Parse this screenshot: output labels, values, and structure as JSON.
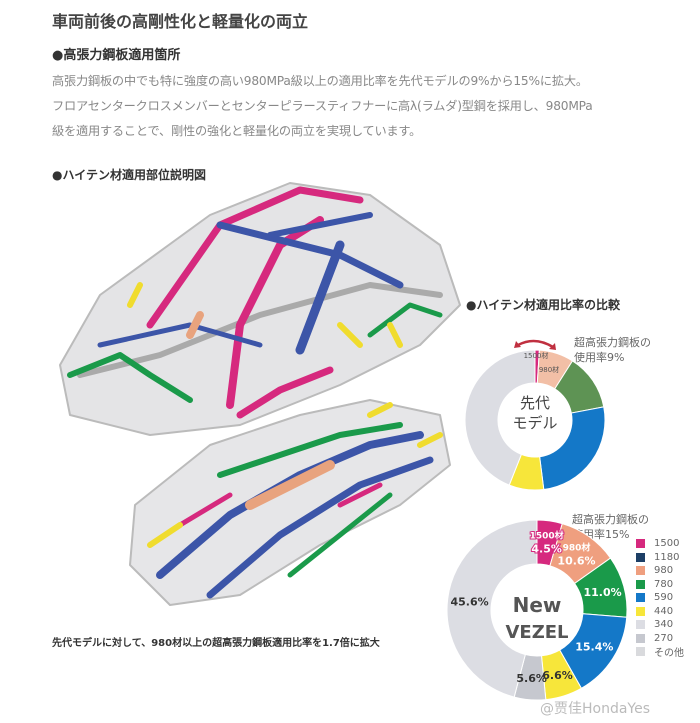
{
  "title": "車両前後の高剛性化と軽量化の両立",
  "section1": {
    "heading": "●高張力鋼板適用箇所",
    "lines": [
      "高張力鋼板の中でも特に強度の高い980MPa級以上の適用比率を先代モデルの9%から15%に拡大。",
      "フロアセンタークロスメンバーとセンターピラースティフナーに高λ(ラムダ)型鋼を採用し、980MPa",
      "級を適用することで、剛性の強化と軽量化の両立を実現しています。"
    ]
  },
  "section2": {
    "heading": "●ハイテン材適用部位説明図",
    "caption": "先代モデルに対して、980材以上の超高張力鋼板適用比率を1.7倍に拡大"
  },
  "section3": {
    "heading": "●ハイテン材適用比率の比較",
    "note_prev": [
      "超高張力鋼板の",
      "使用率9%"
    ],
    "note_new": [
      "超高張力鋼板の",
      "使用率15%"
    ]
  },
  "legend": [
    {
      "label": "1500",
      "color": "#d6297e"
    },
    {
      "label": "1180",
      "color": "#1d3f66"
    },
    {
      "label": "980",
      "color": "#ef9f7f"
    },
    {
      "label": "780",
      "color": "#1a9a4a"
    },
    {
      "label": "590",
      "color": "#1478c8"
    },
    {
      "label": "440",
      "color": "#f7e63a"
    },
    {
      "label": "340",
      "color": "#dcdde3"
    },
    {
      "label": "270",
      "color": "#c6c8cf"
    },
    {
      "label": "その他",
      "color": "#d9dadd"
    }
  ],
  "chart_data": [
    {
      "type": "pie",
      "title": "先代モデル",
      "center_label": [
        "先代",
        "モデル"
      ],
      "slice_labels": [
        "1500材",
        "980材"
      ],
      "slices": [
        {
          "name": "1500",
          "value": 1,
          "color": "#d6297e"
        },
        {
          "name": "980",
          "value": 8,
          "color": "#f2bfa6"
        },
        {
          "name": "780",
          "value": 13,
          "color": "#5e9354"
        },
        {
          "name": "590",
          "value": 26,
          "color": "#1478c8"
        },
        {
          "name": "440",
          "value": 8,
          "color": "#f7e63a"
        },
        {
          "name": "340",
          "value": 44,
          "color": "#dcdde3"
        }
      ]
    },
    {
      "type": "pie",
      "title": "New VEZEL",
      "center_label": [
        "New",
        "VEZEL"
      ],
      "slices": [
        {
          "name": "1500",
          "value": 4.5,
          "label": "4.5%",
          "sublabel": "1500材",
          "color": "#d6297e"
        },
        {
          "name": "980",
          "value": 10.6,
          "label": "10.6%",
          "sublabel": "980材",
          "color": "#ef9f7f"
        },
        {
          "name": "780",
          "value": 11.0,
          "label": "11.0%",
          "color": "#1a9a4a"
        },
        {
          "name": "590",
          "value": 15.4,
          "label": "15.4%",
          "color": "#1478c8"
        },
        {
          "name": "440",
          "value": 6.6,
          "label": "6.6%",
          "color": "#f7e63a"
        },
        {
          "name": "270",
          "value": 5.6,
          "label": "5.6%",
          "color": "#c6c8cf"
        },
        {
          "name": "340",
          "value": 45.6,
          "label": "45.6%",
          "color": "#dcdde3"
        }
      ]
    }
  ],
  "watermark": "@贾佳HondaYes"
}
